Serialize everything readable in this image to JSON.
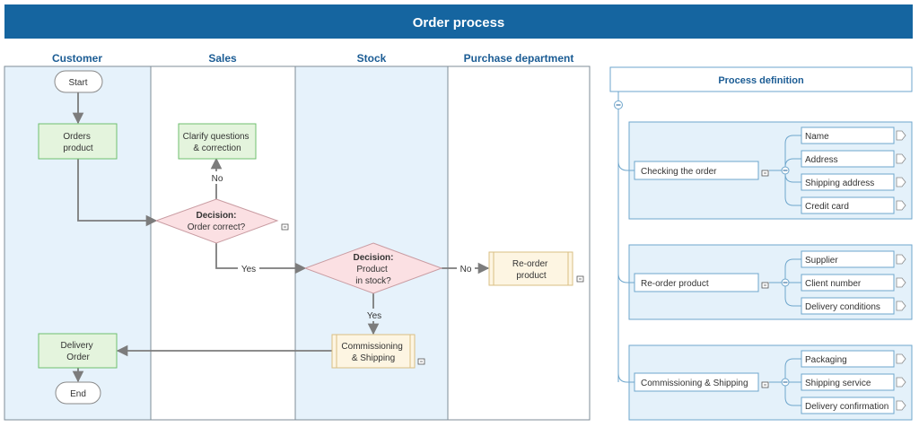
{
  "header": {
    "title": "Order process"
  },
  "colors": {
    "header_bg": "#1565a0",
    "header_text": "#ffffff",
    "lane_title": "#1b5c94",
    "lane_tinted": "#e6f2fb",
    "lane_border": "#7f8c97",
    "process_fill": "#e4f4dd",
    "process_stroke": "#6fbf6f",
    "decision_fill": "#fbe0e3",
    "decision_stroke": "#c99ca2",
    "subprocess_fill": "#fdf5e2",
    "subprocess_stroke": "#d9bf83",
    "terminator_stroke": "#8a8a8a",
    "connector": "#7c7c7c",
    "def_group_fill": "#e4f1fa",
    "def_border": "#6ea6cc"
  },
  "lanes": [
    {
      "name": "Customer"
    },
    {
      "name": "Sales"
    },
    {
      "name": "Stock"
    },
    {
      "name": "Purchase department"
    }
  ],
  "flow": {
    "start": "Start",
    "orders_product": [
      "Orders",
      "product"
    ],
    "clarify": [
      "Clarify questions",
      "& correction"
    ],
    "decision_order": {
      "title": "Decision:",
      "text": "Order correct?"
    },
    "decision_stock": {
      "title": "Decision:",
      "lines": [
        "Product",
        "in stock?"
      ]
    },
    "reorder": [
      "Re-order",
      "product"
    ],
    "commissioning": [
      "Commissioning",
      "& Shipping"
    ],
    "delivery": [
      "Delivery",
      "Order"
    ],
    "end": "End",
    "label_no_1": "No",
    "label_yes_1": "Yes",
    "label_no_2": "No",
    "label_yes_2": "Yes"
  },
  "definition": {
    "title": "Process definition",
    "groups": [
      {
        "name": "Checking the order",
        "items": [
          "Name",
          "Address",
          "Shipping address",
          "Credit card"
        ]
      },
      {
        "name": "Re-order product",
        "items": [
          "Supplier",
          "Client number",
          "Delivery conditions"
        ]
      },
      {
        "name": "Commissioning & Shipping",
        "items": [
          "Packaging",
          "Shipping service",
          "Delivery confirmation"
        ]
      }
    ]
  }
}
